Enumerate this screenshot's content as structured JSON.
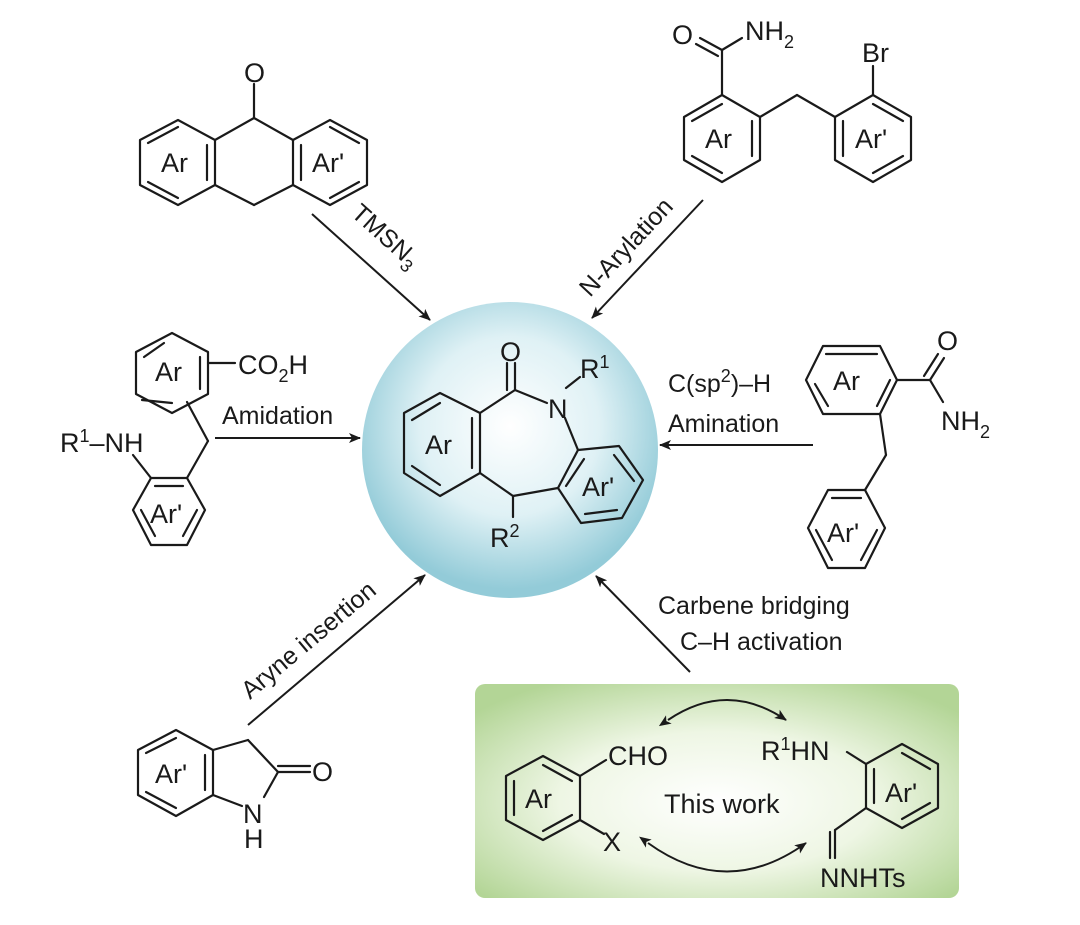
{
  "figure": {
    "center_product": {
      "ring_labels": [
        "Ar",
        "Ar'"
      ],
      "atoms": {
        "carbonyl_o": "O",
        "n": "N",
        "r1": "R",
        "r1_sup": "1",
        "r2": "R",
        "r2_sup": "2"
      }
    },
    "routes": [
      {
        "id": "tmsn3",
        "reagent_label": "TMSN",
        "reagent_sub": "3",
        "substrate": {
          "ring_labels": [
            "Ar",
            "Ar'"
          ],
          "atoms": {
            "o": "O"
          }
        }
      },
      {
        "id": "n-arylation",
        "reagent_label": "N-Arylation",
        "substrate": {
          "ring_labels": [
            "Ar",
            "Ar'"
          ],
          "atoms": {
            "o": "O",
            "nh2": "NH",
            "nh2_sub": "2",
            "br": "Br"
          }
        }
      },
      {
        "id": "amidation",
        "reagent_label": "Amidation",
        "substrate": {
          "ring_labels": [
            "Ar",
            "Ar'"
          ],
          "atoms": {
            "co2h": "CO",
            "co2h_sub": "2",
            "co2h_tail": "H",
            "r1nh": "R",
            "r1nh_sup": "1",
            "r1nh_tail": "–NH"
          }
        }
      },
      {
        "id": "csp2-h-amination",
        "reagent_label_line1": "C(sp",
        "reagent_sup": "2",
        "reagent_label_line1_tail": ")–H",
        "reagent_label_line2": "Amination",
        "substrate": {
          "ring_labels": [
            "Ar",
            "Ar'"
          ],
          "atoms": {
            "o": "O",
            "nh2": "NH",
            "nh2_sub": "2"
          }
        }
      },
      {
        "id": "aryne-insertion",
        "reagent_label": "Aryne insertion",
        "substrate": {
          "ring_labels": [
            "Ar'"
          ],
          "atoms": {
            "o": "O",
            "n": "N",
            "h": "H"
          }
        }
      },
      {
        "id": "carbene-bridging",
        "reagent_label_line1": "Carbene bridging",
        "reagent_label_line2": "C–H activation",
        "highlight_color": "#d0202a",
        "box": {
          "caption": "This work",
          "left": {
            "ring_label": "Ar",
            "atoms": {
              "cho": "CHO",
              "x": "X"
            }
          },
          "right": {
            "ring_label": "Ar'",
            "atoms": {
              "r1hn": "R",
              "r1hn_sup": "1",
              "r1hn_tail": "HN",
              "nnhts": "NNHTs"
            }
          }
        }
      }
    ],
    "colors": {
      "sphere": "#a9d8e2",
      "box": "#b8d99a",
      "ink": "#1a1a1a",
      "highlight": "#d0202a"
    }
  }
}
